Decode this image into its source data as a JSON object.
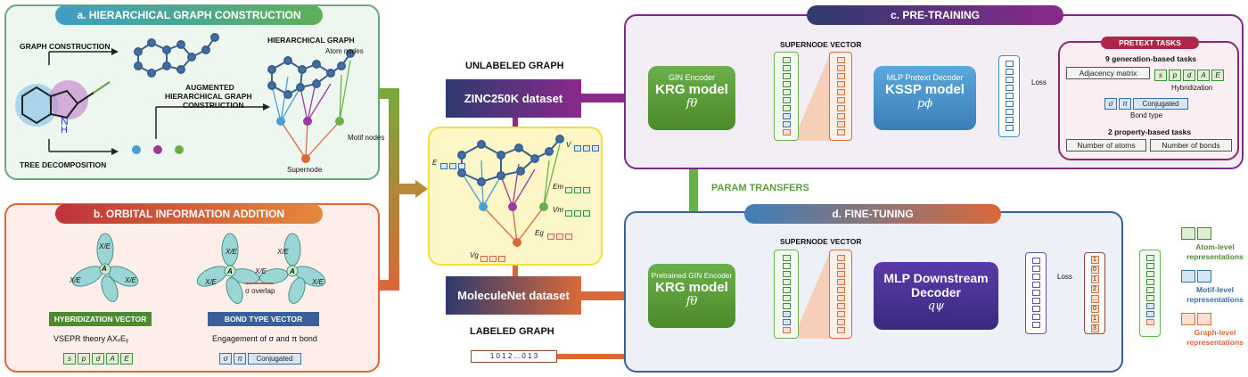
{
  "panel_a": {
    "title": "a. HIERARCHICAL GRAPH CONSTRUCTION",
    "graph_construction": "GRAPH CONSTRUCTION",
    "tree_decomposition": "TREE DECOMPOSITION",
    "hierarchical_graph": "HIERARCHICAL GRAPH",
    "atom_nodes": "Atom nodes",
    "augmented_line1": "AUGMENTED",
    "augmented_line2": "HIERARCHICAL GRAPH",
    "augmented_line3": "CONSTRUCTION",
    "motif_nodes": "Motif nodes",
    "supernode": "Supernode",
    "nitrogen": "N",
    "hydrogen": "H"
  },
  "panel_b": {
    "title": "b. ORBITAL INFORMATION ADDITION",
    "xe": "X/E",
    "a_label": "A",
    "sigma_overlap": "σ overlap",
    "hybridization_vector": "HYBRIDIZATION VECTOR",
    "bond_type_vector": "BOND TYPE VECTOR",
    "vsepr": "VSEPR theory AXₓEᵧ",
    "engagement": "Engagement of σ and π bond",
    "hyb_cells": [
      "s",
      "p",
      "d",
      "A",
      "E"
    ],
    "bond_cells": [
      "σ",
      "π"
    ],
    "conjugated": "Conjugated"
  },
  "center": {
    "unlabeled_graph": "UNLABELED GRAPH",
    "zinc": "ZINC250K dataset",
    "moleculenet": "MoleculeNet dataset",
    "labeled_graph": "LABELED GRAPH",
    "labels_vector": "1 0 1 2 ... 0 1 3",
    "e_label": "E",
    "v_label": "V",
    "em_label": "Em",
    "vm_label": "Vm",
    "eg_label": "Eg",
    "vg_label": "Vg"
  },
  "panel_c": {
    "title": "c. PRE-TRAINING",
    "supernode_vector": "SUPERNODE VECTOR",
    "encoder_sub": "GIN Encoder",
    "encoder_name": "KRG model",
    "encoder_fn": "fθ",
    "decoder_sub": "MLP Pretext Decoder",
    "decoder_name": "KSSP model",
    "decoder_fn": "pϕ",
    "loss": "Loss"
  },
  "pretext": {
    "title": "PRETEXT TASKS",
    "gen_tasks": "9 generation-based tasks",
    "adjacency": "Adjacency matrix",
    "hyb_cells": [
      "s",
      "p",
      "d",
      "A",
      "E"
    ],
    "hybridization": "Hybridization",
    "bond_cells": [
      "σ",
      "π"
    ],
    "conjugated": "Conjugated",
    "bond_type": "Bond type",
    "prop_tasks": "2 property-based tasks",
    "num_atoms": "Number of atoms",
    "num_bonds": "Number of bonds"
  },
  "param_transfers": "PARAM TRANSFERS",
  "panel_d": {
    "title": "d. FINE-TUNING",
    "supernode_vector": "SUPERNODE VECTOR",
    "encoder_sub": "Pretrained GIN Encoder",
    "encoder_name": "KRG model",
    "encoder_fn": "fθ",
    "decoder_line1": "MLP Downstream",
    "decoder_line2": "Decoder",
    "decoder_fn": "qψ",
    "loss": "Loss",
    "label_values": [
      "1",
      "0",
      "1",
      "2",
      "...",
      "0",
      "1",
      "3"
    ]
  },
  "legend": {
    "atom": "Atom-level representations",
    "motif": "Motif-level representations",
    "graph": "Graph-level representations"
  },
  "colors": {
    "green": "#5a9e3a",
    "orange": "#d9693a",
    "purple": "#7a2d80",
    "navy": "#2e3a6e",
    "blue": "#3a8fc8"
  }
}
